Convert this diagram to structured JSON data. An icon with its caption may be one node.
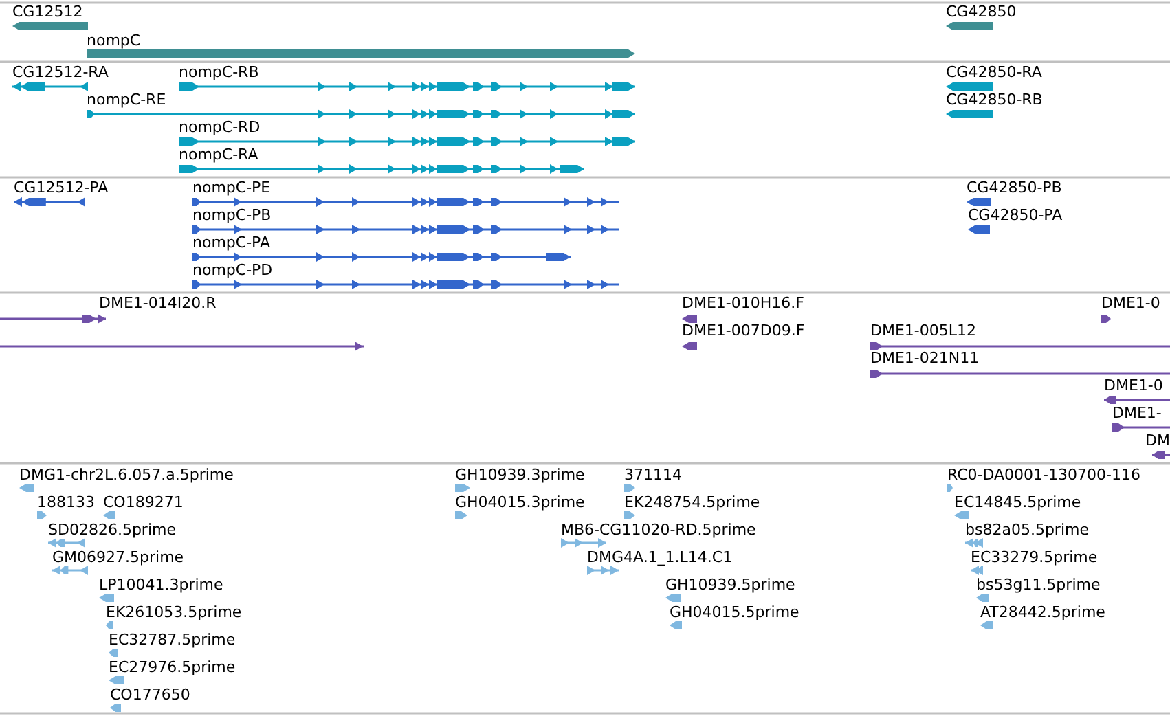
{
  "diagram": {
    "nodes": [
      {
        "text": [
          "CG12512"
        ]
      },
      {
        "text": [
          "nompC"
        ]
      },
      {
        "text": [
          "CG42850"
        ]
      },
      {
        "text": [
          "CG12512-RA"
        ]
      },
      {
        "text": [
          "nompC-RB"
        ]
      },
      {
        "text": [
          "CG42850-RA"
        ]
      },
      {
        "text": [
          "nompC-RE"
        ]
      },
      {
        "text": [
          "CG42850-RB"
        ]
      },
      {
        "text": [
          "nompC-RD"
        ]
      },
      {
        "text": [
          "nompC-RA"
        ]
      },
      {
        "text": [
          "CG12512-PA"
        ]
      },
      {
        "text": [
          "nompC-PE"
        ]
      },
      {
        "text": [
          "CG42850-PB"
        ]
      },
      {
        "text": [
          "nompC-PB"
        ]
      },
      {
        "text": [
          "CG42850-PA"
        ]
      },
      {
        "text": [
          "nompC-PA"
        ]
      },
      {
        "text": [
          "nompC-PD"
        ]
      },
      {
        "text": [
          "DME1-014I20.R"
        ]
      },
      {
        "text": [],
        "shape": "bar"
      },
      {
        "text": [
          "DME1-010H16.F"
        ]
      },
      {
        "text": [
          "DME1-0"
        ]
      },
      {
        "text": [
          "DME1-007D09.F"
        ]
      },
      {
        "text": [
          "DME1-005L12"
        ]
      },
      {
        "text": [
          "DME1-021N11"
        ]
      },
      {
        "text": [
          "DME1-0"
        ]
      },
      {
        "text": [
          "DME1-"
        ]
      },
      {
        "text": [
          "DM"
        ]
      },
      {
        "text": [
          "DMG1-chr2L.6.057.a.5prime"
        ]
      },
      {
        "text": [
          "188133"
        ]
      },
      {
        "text": [
          "CO189271"
        ]
      },
      {
        "text": [
          "SD02826.5prime"
        ]
      },
      {
        "text": [
          "GM06927.5prime"
        ]
      },
      {
        "text": [
          "LP10041.3prime"
        ]
      },
      {
        "text": [
          "EK261053.5prime"
        ]
      },
      {
        "text": [
          "EC32787.5prime"
        ]
      },
      {
        "text": [
          "EC27976.5prime"
        ]
      },
      {
        "text": [
          "CO177650"
        ]
      },
      {
        "text": [
          "GH10939.3prime"
        ]
      },
      {
        "text": [
          "GH04015.3prime"
        ]
      },
      {
        "text": [
          "371114"
        ]
      },
      {
        "text": [
          "EK248754.5prime"
        ]
      },
      {
        "text": [
          "MB6-CG11020-RD.5prime"
        ]
      },
      {
        "text": [
          "DMG4A.1_1.L14.C1"
        ]
      },
      {
        "text": [
          "GH10939.5prime"
        ]
      },
      {
        "text": [
          "GH04015.5prime"
        ]
      },
      {
        "text": [
          "RC0-DA0001-130700-116"
        ]
      },
      {
        "text": [
          "EC14845.5prime"
        ]
      },
      {
        "text": [
          "bs82a05.5prime"
        ]
      },
      {
        "text": [
          "EC33279.5prime"
        ]
      },
      {
        "text": [
          "bs53g11.5prime"
        ]
      },
      {
        "text": [
          "AT28442.5prime"
        ]
      }
    ]
  }
}
